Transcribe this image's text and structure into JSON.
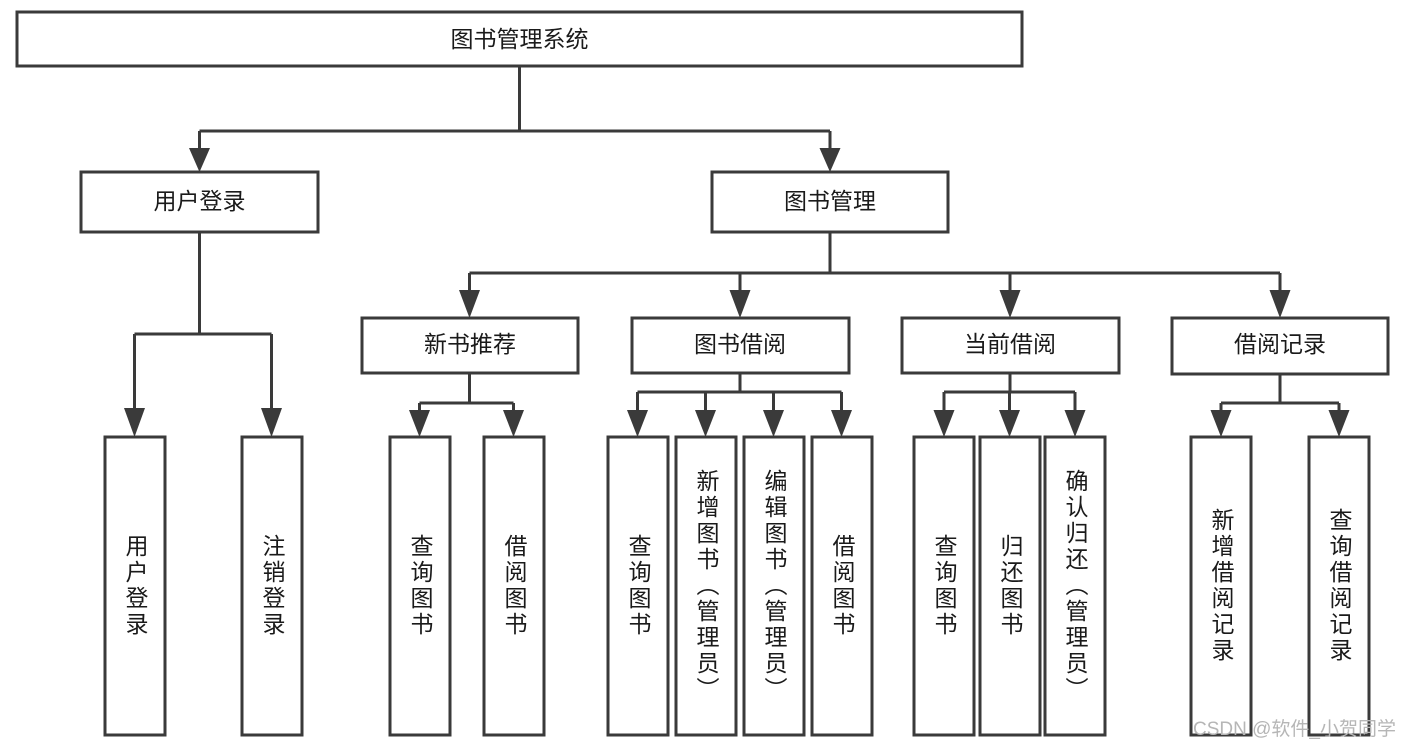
{
  "diagram": {
    "title": "图书管理系统",
    "type": "tree",
    "orientation": "top-down",
    "root": {
      "id": "root",
      "label": "图书管理系统",
      "level": 1
    },
    "level2": [
      {
        "id": "user-login",
        "label": "用户登录",
        "level": 2
      },
      {
        "id": "book-management",
        "label": "图书管理",
        "level": 2
      }
    ],
    "level3": [
      {
        "id": "new-book-recommend",
        "label": "新书推荐",
        "level": 3,
        "parent": "book-management"
      },
      {
        "id": "book-borrow",
        "label": "图书借阅",
        "level": 3,
        "parent": "book-management"
      },
      {
        "id": "current-borrow",
        "label": "当前借阅",
        "level": 3,
        "parent": "book-management"
      },
      {
        "id": "borrow-record",
        "label": "借阅记录",
        "level": 3,
        "parent": "book-management"
      }
    ],
    "leaves": [
      {
        "id": "leaf-user-login",
        "label": "用户登录",
        "parent": "user-login"
      },
      {
        "id": "leaf-logout-login",
        "label": "注销登录",
        "parent": "user-login"
      },
      {
        "id": "leaf-query-book-1",
        "label": "查询图书",
        "parent": "new-book-recommend"
      },
      {
        "id": "leaf-borrow-book-1",
        "label": "借阅图书",
        "parent": "new-book-recommend"
      },
      {
        "id": "leaf-query-book-2",
        "label": "查询图书",
        "parent": "book-borrow"
      },
      {
        "id": "leaf-add-book",
        "label": "新增图书（管理员）",
        "parent": "book-borrow"
      },
      {
        "id": "leaf-edit-book",
        "label": "编辑图书（管理员）",
        "parent": "book-borrow"
      },
      {
        "id": "leaf-borrow-book-2",
        "label": "借阅图书",
        "parent": "book-borrow"
      },
      {
        "id": "leaf-query-book-3",
        "label": "查询图书",
        "parent": "current-borrow"
      },
      {
        "id": "leaf-return-book",
        "label": "归还图书",
        "parent": "current-borrow"
      },
      {
        "id": "leaf-confirm-return",
        "label": "确认归还（管理员）",
        "parent": "current-borrow"
      },
      {
        "id": "leaf-add-record",
        "label": "新增借阅记录",
        "parent": "borrow-record"
      },
      {
        "id": "leaf-query-record",
        "label": "查询借阅记录",
        "parent": "borrow-record"
      }
    ]
  },
  "watermark": {
    "text": "CSDN @软件_小贺同学"
  },
  "colors": {
    "background": "#ffffff",
    "box_fill": "#ffffff",
    "box_stroke": "#3a3a3a",
    "text": "#1a1a1a",
    "watermark": "#b6b6b6"
  }
}
